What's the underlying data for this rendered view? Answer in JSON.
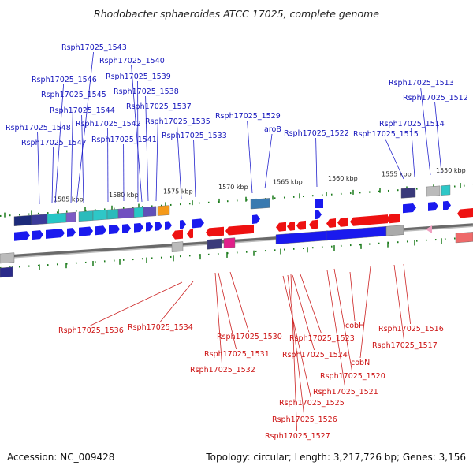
{
  "title": "Rhodobacter sphaeroides ATCC 17025, complete genome",
  "footer": {
    "accession": "Accession: NC_009428",
    "topology": "Topology: circular; Length: 3,217,726 bp; Genes: 3,156"
  },
  "colors": {
    "forward_gene": "#1a1aee",
    "reverse_gene": "#ee1111",
    "label_forward": "#1515bb",
    "label_reverse": "#cc1111",
    "backbone": "#888888",
    "tick": "#1a7a1a"
  },
  "scale_ticks": [
    "1585 kbp",
    "1580 kbp",
    "1575 kbp",
    "1570 kbp",
    "1565 kbp",
    "1560 kbp",
    "1555 kbp",
    "1550 kbp"
  ],
  "forward_labels": [
    "Rsph17025_1543",
    "Rsph17025_1540",
    "Rsph17025_1546",
    "Rsph17025_1539",
    "Rsph17025_1545",
    "Rsph17025_1538",
    "Rsph17025_1544",
    "Rsph17025_1537",
    "Rsph17025_1548",
    "Rsph17025_1542",
    "Rsph17025_1535",
    "Rsph17025_1547",
    "Rsph17025_1541",
    "Rsph17025_1533",
    "Rsph17025_1529",
    "aroB",
    "Rsph17025_1522",
    "Rsph17025_1513",
    "Rsph17025_1512",
    "Rsph17025_1514",
    "Rsph17025_1515"
  ],
  "reverse_labels": [
    "Rsph17025_1536",
    "Rsph17025_1534",
    "Rsph17025_1530",
    "Rsph17025_1531",
    "Rsph17025_1532",
    "Rsph17025_1523",
    "Rsph17025_1524",
    "cobH",
    "Rsph17025_1520",
    "cobN",
    "Rsph17025_1521",
    "Rsph17025_1525",
    "Rsph17025_1526",
    "Rsph17025_1527",
    "Rsph17025_1516",
    "Rsph17025_1517"
  ]
}
